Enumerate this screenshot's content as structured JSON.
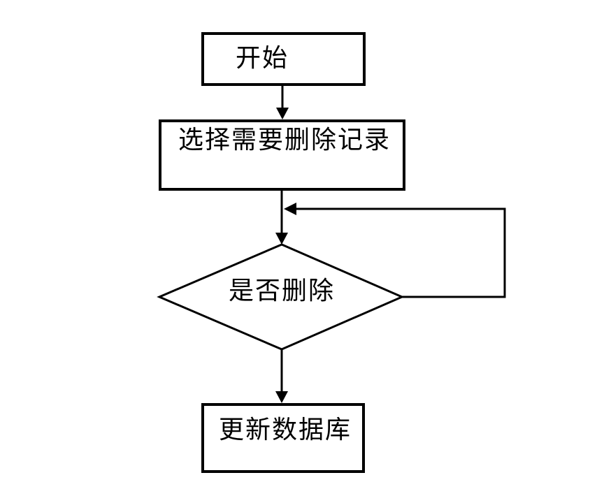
{
  "page": {
    "background": "#ffffff"
  },
  "flowchart": {
    "colors": {
      "stroke": "#000000",
      "node_fill": "#ffffff"
    },
    "nodes": {
      "start": {
        "type": "process",
        "label": "开始"
      },
      "select": {
        "type": "process",
        "label": "选择需要删除记录"
      },
      "decision": {
        "type": "decision",
        "label": "是否删除"
      },
      "update": {
        "type": "process",
        "label": "更新数据库"
      }
    },
    "edges": [
      {
        "from": "start",
        "to": "select",
        "kind": "arrow-down"
      },
      {
        "from": "select",
        "to": "decision",
        "kind": "arrow-down"
      },
      {
        "from": "decision",
        "to": "select-decision-line",
        "kind": "loop-back-right"
      },
      {
        "from": "decision",
        "to": "update",
        "kind": "arrow-down"
      }
    ]
  }
}
